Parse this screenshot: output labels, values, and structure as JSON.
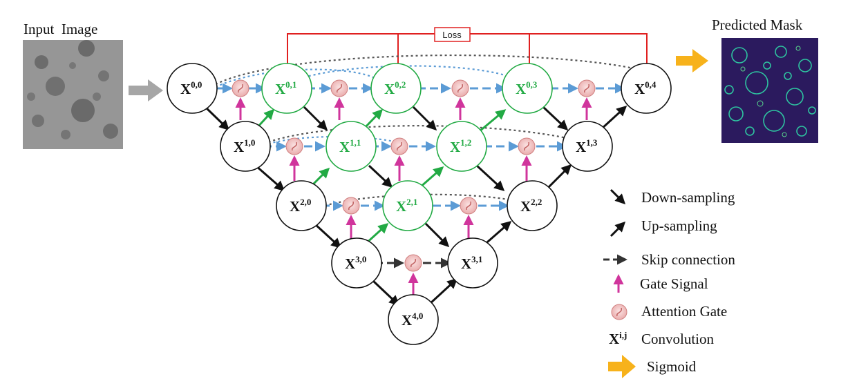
{
  "captions": {
    "input": "Input  Image",
    "output": "Predicted Mask",
    "loss": "Loss"
  },
  "nodes": [
    {
      "i": 0,
      "j": 0,
      "green": false
    },
    {
      "i": 0,
      "j": 1,
      "green": true
    },
    {
      "i": 0,
      "j": 2,
      "green": true
    },
    {
      "i": 0,
      "j": 3,
      "green": true
    },
    {
      "i": 0,
      "j": 4,
      "green": false
    },
    {
      "i": 1,
      "j": 0,
      "green": false
    },
    {
      "i": 1,
      "j": 1,
      "green": true
    },
    {
      "i": 1,
      "j": 2,
      "green": true
    },
    {
      "i": 1,
      "j": 3,
      "green": false
    },
    {
      "i": 2,
      "j": 0,
      "green": false
    },
    {
      "i": 2,
      "j": 1,
      "green": true
    },
    {
      "i": 2,
      "j": 2,
      "green": false
    },
    {
      "i": 3,
      "j": 0,
      "green": false
    },
    {
      "i": 3,
      "j": 1,
      "green": false
    },
    {
      "i": 4,
      "j": 0,
      "green": false
    }
  ],
  "legend": {
    "down": "Down-sampling",
    "up": "Up-sampling",
    "skip": "Skip connection",
    "gate_signal": "Gate Signal",
    "attention_gate": "Attention Gate",
    "conv_symbol": "X",
    "conv_sup": "i,j",
    "conv": "Convolution",
    "sigmoid": "Sigmoid"
  },
  "colors": {
    "node_green": "#22aa44",
    "node_black": "#111111",
    "skip_blue": "#5b9bd5",
    "gate_magenta": "#d0359c",
    "gate_fill": "#f2c6c6",
    "loss_red": "#e02020",
    "sigmoid_orange": "#f7b21b",
    "input_arrow_gray": "#a6a6a6",
    "dotted_gray": "#555555"
  }
}
